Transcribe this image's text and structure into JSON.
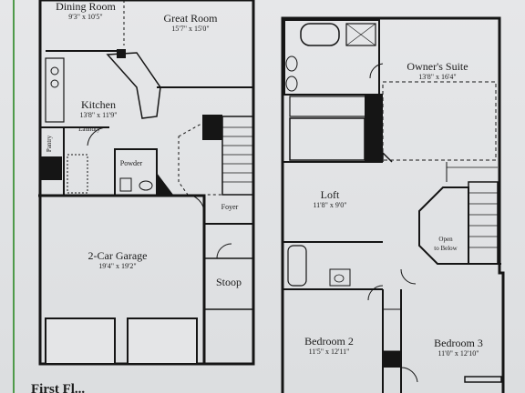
{
  "first_floor": {
    "heading": "First Fl...",
    "rooms": {
      "dining": {
        "name": "Dining Room",
        "dims": "9'3\" x 10'5\""
      },
      "great": {
        "name": "Great Room",
        "dims": "15'7\" x 15'0\""
      },
      "kitchen": {
        "name": "Kitchen",
        "dims": "13'8\" x 11'9\""
      },
      "laundry": {
        "name": "Laundry"
      },
      "pantry": {
        "name": "Pantry"
      },
      "powder": {
        "name": "Powder"
      },
      "foyer": {
        "name": "Foyer"
      },
      "garage": {
        "name": "2-Car Garage",
        "dims": "19'4\" x 19'2\""
      },
      "stoop": {
        "name": "Stoop"
      }
    }
  },
  "second_floor": {
    "rooms": {
      "owners": {
        "name": "Owner's Suite",
        "dims": "13'8\" x 16'4\""
      },
      "loft": {
        "name": "Loft",
        "dims": "11'8\" x 9'0\""
      },
      "open": {
        "name_line1": "Open",
        "name_line2": "to Below"
      },
      "bed2": {
        "name": "Bedroom 2",
        "dims": "11'5\" x 12'11\""
      },
      "bed3": {
        "name": "Bedroom 3",
        "dims": "11'0\" x 12'10\""
      }
    }
  },
  "colors": {
    "wall": "#151515",
    "paper": "#e4e5e7",
    "accent_line": "#4f9a4a"
  }
}
